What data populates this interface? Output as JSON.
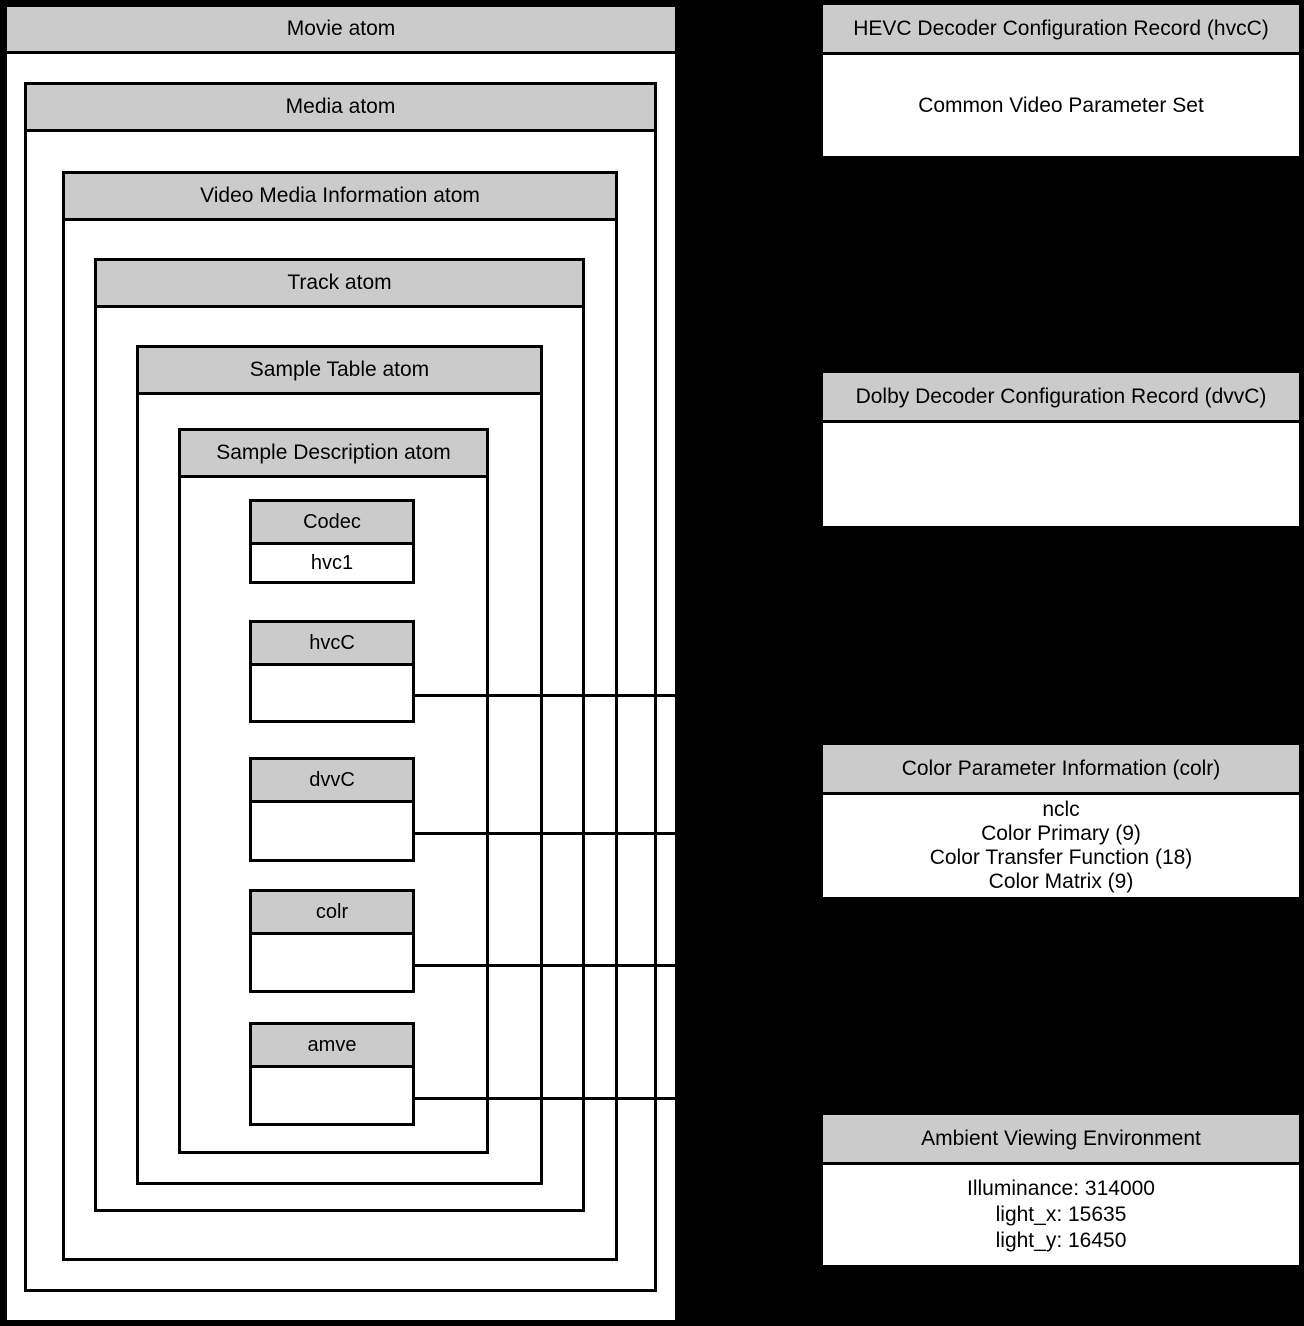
{
  "colors": {
    "background": "#000000",
    "box_fill": "#ffffff",
    "header_fill": "#cbcbcb",
    "border": "#000000"
  },
  "diagram": {
    "atoms": [
      {
        "label": "Movie atom"
      },
      {
        "label": "Media atom"
      },
      {
        "label": "Video Media Information atom"
      },
      {
        "label": "Track atom"
      },
      {
        "label": "Sample Table atom"
      },
      {
        "label": "Sample Description atom"
      }
    ],
    "entries": [
      {
        "label": "Codec",
        "value": "hvc1"
      },
      {
        "label": "hvcC",
        "value": ""
      },
      {
        "label": "dvvC",
        "value": ""
      },
      {
        "label": "colr",
        "value": ""
      },
      {
        "label": "amve",
        "value": ""
      }
    ]
  },
  "records": [
    {
      "title": "HEVC Decoder Configuration Record (hvcC)",
      "lines": [
        "Common Video Parameter Set"
      ]
    },
    {
      "title": "Dolby Decoder Configuration Record (dvvC)",
      "lines": []
    },
    {
      "title": "Color Parameter Information (colr)",
      "lines": [
        "nclc",
        "Color Primary (9)",
        "Color Transfer Function (18)",
        "Color Matrix (9)"
      ]
    },
    {
      "title": "Ambient Viewing Environment",
      "lines": [
        "Illuminance: 314000",
        "light_x: 15635",
        "light_y: 16450"
      ]
    }
  ]
}
